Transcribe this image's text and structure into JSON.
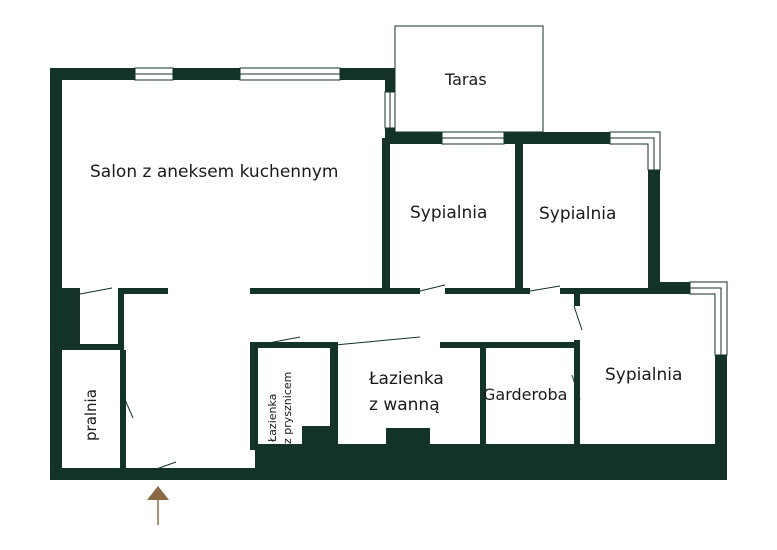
{
  "rooms": {
    "salon": "Salon z aneksem kuchennym",
    "taras": "Taras",
    "sypialnia_1": "Sypialnia",
    "sypialnia_2": "Sypialnia",
    "sypialnia_3": "Sypialnia",
    "lazienka_wanna_line1": "Łazienka",
    "lazienka_wanna_line2": "z wanną",
    "garderoba": "Garderoba",
    "lazienka_prysznic_line1": "Łazienka",
    "lazienka_prysznic_line2": "z prysznicem",
    "pralnia": "pralnia"
  },
  "colors": {
    "wall": "#133326",
    "entrance_arrow": "#8a6a45",
    "background": "#ffffff"
  },
  "icons": {
    "entrance": "entrance-arrow-icon"
  }
}
